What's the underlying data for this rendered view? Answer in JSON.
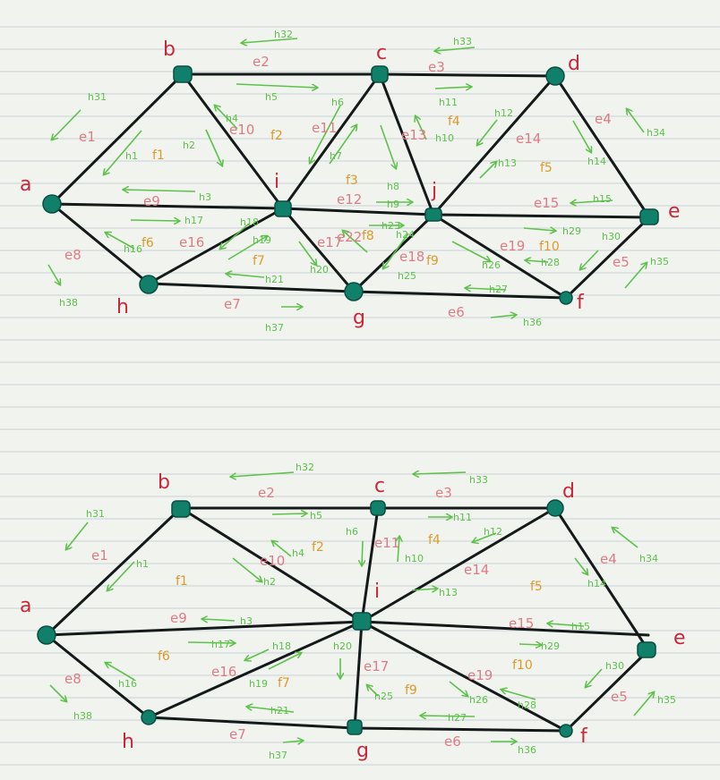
{
  "colors": {
    "background": "#f1f4ee",
    "ruled_line": "#c9d0d6",
    "edge": "#141a1a",
    "node": "#10806a",
    "vertex_label": "#c8283a",
    "edge_label": "#e07b86",
    "face_label": "#e0982a",
    "halfedge_label": "#5cc24a"
  },
  "diagrams": [
    {
      "vertices": {
        "a": "a",
        "b": "b",
        "c": "c",
        "d": "d",
        "e": "e",
        "f": "f",
        "g": "g",
        "h": "h",
        "i": "i",
        "j": "j"
      },
      "edges": {
        "e1": "e1",
        "e2": "e2",
        "e3": "e3",
        "e4": "e4",
        "e5": "e5",
        "e6": "e6",
        "e7": "e7",
        "e8": "e8",
        "e9": "e9",
        "e10": "e10",
        "e11": "e11",
        "e12": "e12",
        "e13": "e13",
        "e14": "e14",
        "e15": "e15",
        "e16": "e16",
        "e17": "e17",
        "e18": "e18",
        "e19": "e19",
        "e22": "e22"
      },
      "faces": {
        "f1": "f1",
        "f2": "f2",
        "f3": "f3",
        "f4": "f4",
        "f5": "f5",
        "f6": "f6",
        "f7": "f7",
        "f8": "f8",
        "f9": "f9",
        "f10": "f10"
      },
      "halfedges": {
        "h1": "h1",
        "h2": "h2",
        "h3": "h3",
        "h4": "h4",
        "h5": "h5",
        "h6": "h6",
        "h7": "h7",
        "h8": "h8",
        "h9": "h9",
        "h10": "h10",
        "h11": "h11",
        "h12": "h12",
        "h13": "h13",
        "h14": "h14",
        "h15": "h15",
        "h16": "h16",
        "h17": "h17",
        "h18": "h18",
        "h19": "h19",
        "h20": "h20",
        "h21": "h21",
        "h23": "h23",
        "h24": "h24",
        "h25": "h25",
        "h26": "h26",
        "h27": "h27",
        "h28": "h28",
        "h29": "h29",
        "h30": "h30",
        "h31": "h31",
        "h32": "h32",
        "h33": "h33",
        "h34": "h34",
        "h35": "h35",
        "h36": "h36",
        "h37": "h37",
        "h38": "h38"
      }
    },
    {
      "vertices": {
        "a": "a",
        "b": "b",
        "c": "c",
        "d": "d",
        "e": "e",
        "f": "f",
        "g": "g",
        "h": "h",
        "i": "i"
      },
      "edges": {
        "e1": "e1",
        "e2": "e2",
        "e3": "e3",
        "e4": "e4",
        "e5": "e5",
        "e6": "e6",
        "e7": "e7",
        "e8": "e8",
        "e9": "e9",
        "e10": "e10",
        "e11": "e11",
        "e14": "e14",
        "e15": "e15",
        "e16": "e16",
        "e17": "e17",
        "e19": "e19"
      },
      "faces": {
        "f1": "f1",
        "f2": "f2",
        "f4": "f4",
        "f5": "f5",
        "f6": "f6",
        "f7": "f7",
        "f9": "f9",
        "f10": "f10"
      },
      "halfedges": {
        "h1": "h1",
        "h2": "h2",
        "h3": "h3",
        "h4": "h4",
        "h5": "h5",
        "h6": "h6",
        "h10": "h10",
        "h11": "h11",
        "h12": "h12",
        "h13": "h13",
        "h14": "h14",
        "h15": "h15",
        "h16": "h16",
        "h17": "h17",
        "h18": "h18",
        "h19": "h19",
        "h20": "h20",
        "h21": "h21",
        "h25": "h25",
        "h26": "h26",
        "h27": "h27",
        "h28": "h28",
        "h29": "h29",
        "h30": "h30",
        "h31": "h31",
        "h32": "h32",
        "h33": "h33",
        "h34": "h34",
        "h35": "h35",
        "h36": "h36",
        "h37": "h37",
        "h38": "h38"
      }
    }
  ]
}
